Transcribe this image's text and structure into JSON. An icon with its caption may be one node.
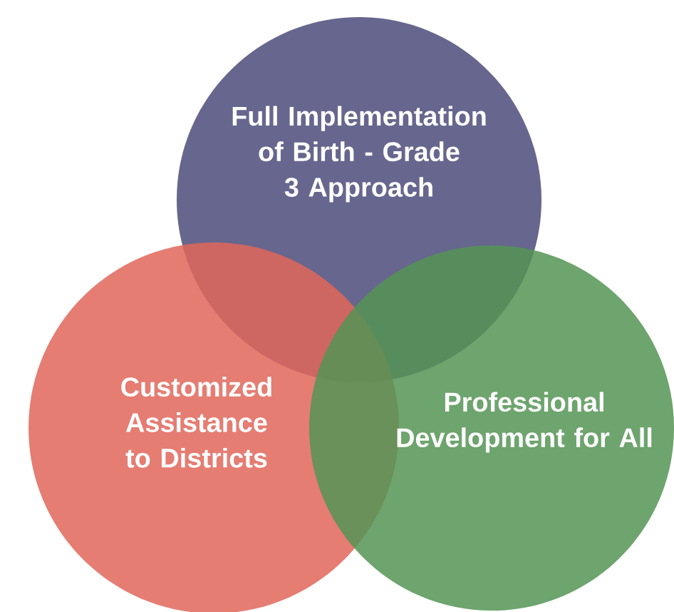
{
  "diagram": {
    "nodes": [
      {
        "text": [
          "Full Implementation of Birth - Grade 3 Approach"
        ]
      },
      {
        "text": [
          "Customized Assistance to Districts"
        ]
      },
      {
        "text": [
          "Professional Development for All"
        ]
      }
    ]
  }
}
